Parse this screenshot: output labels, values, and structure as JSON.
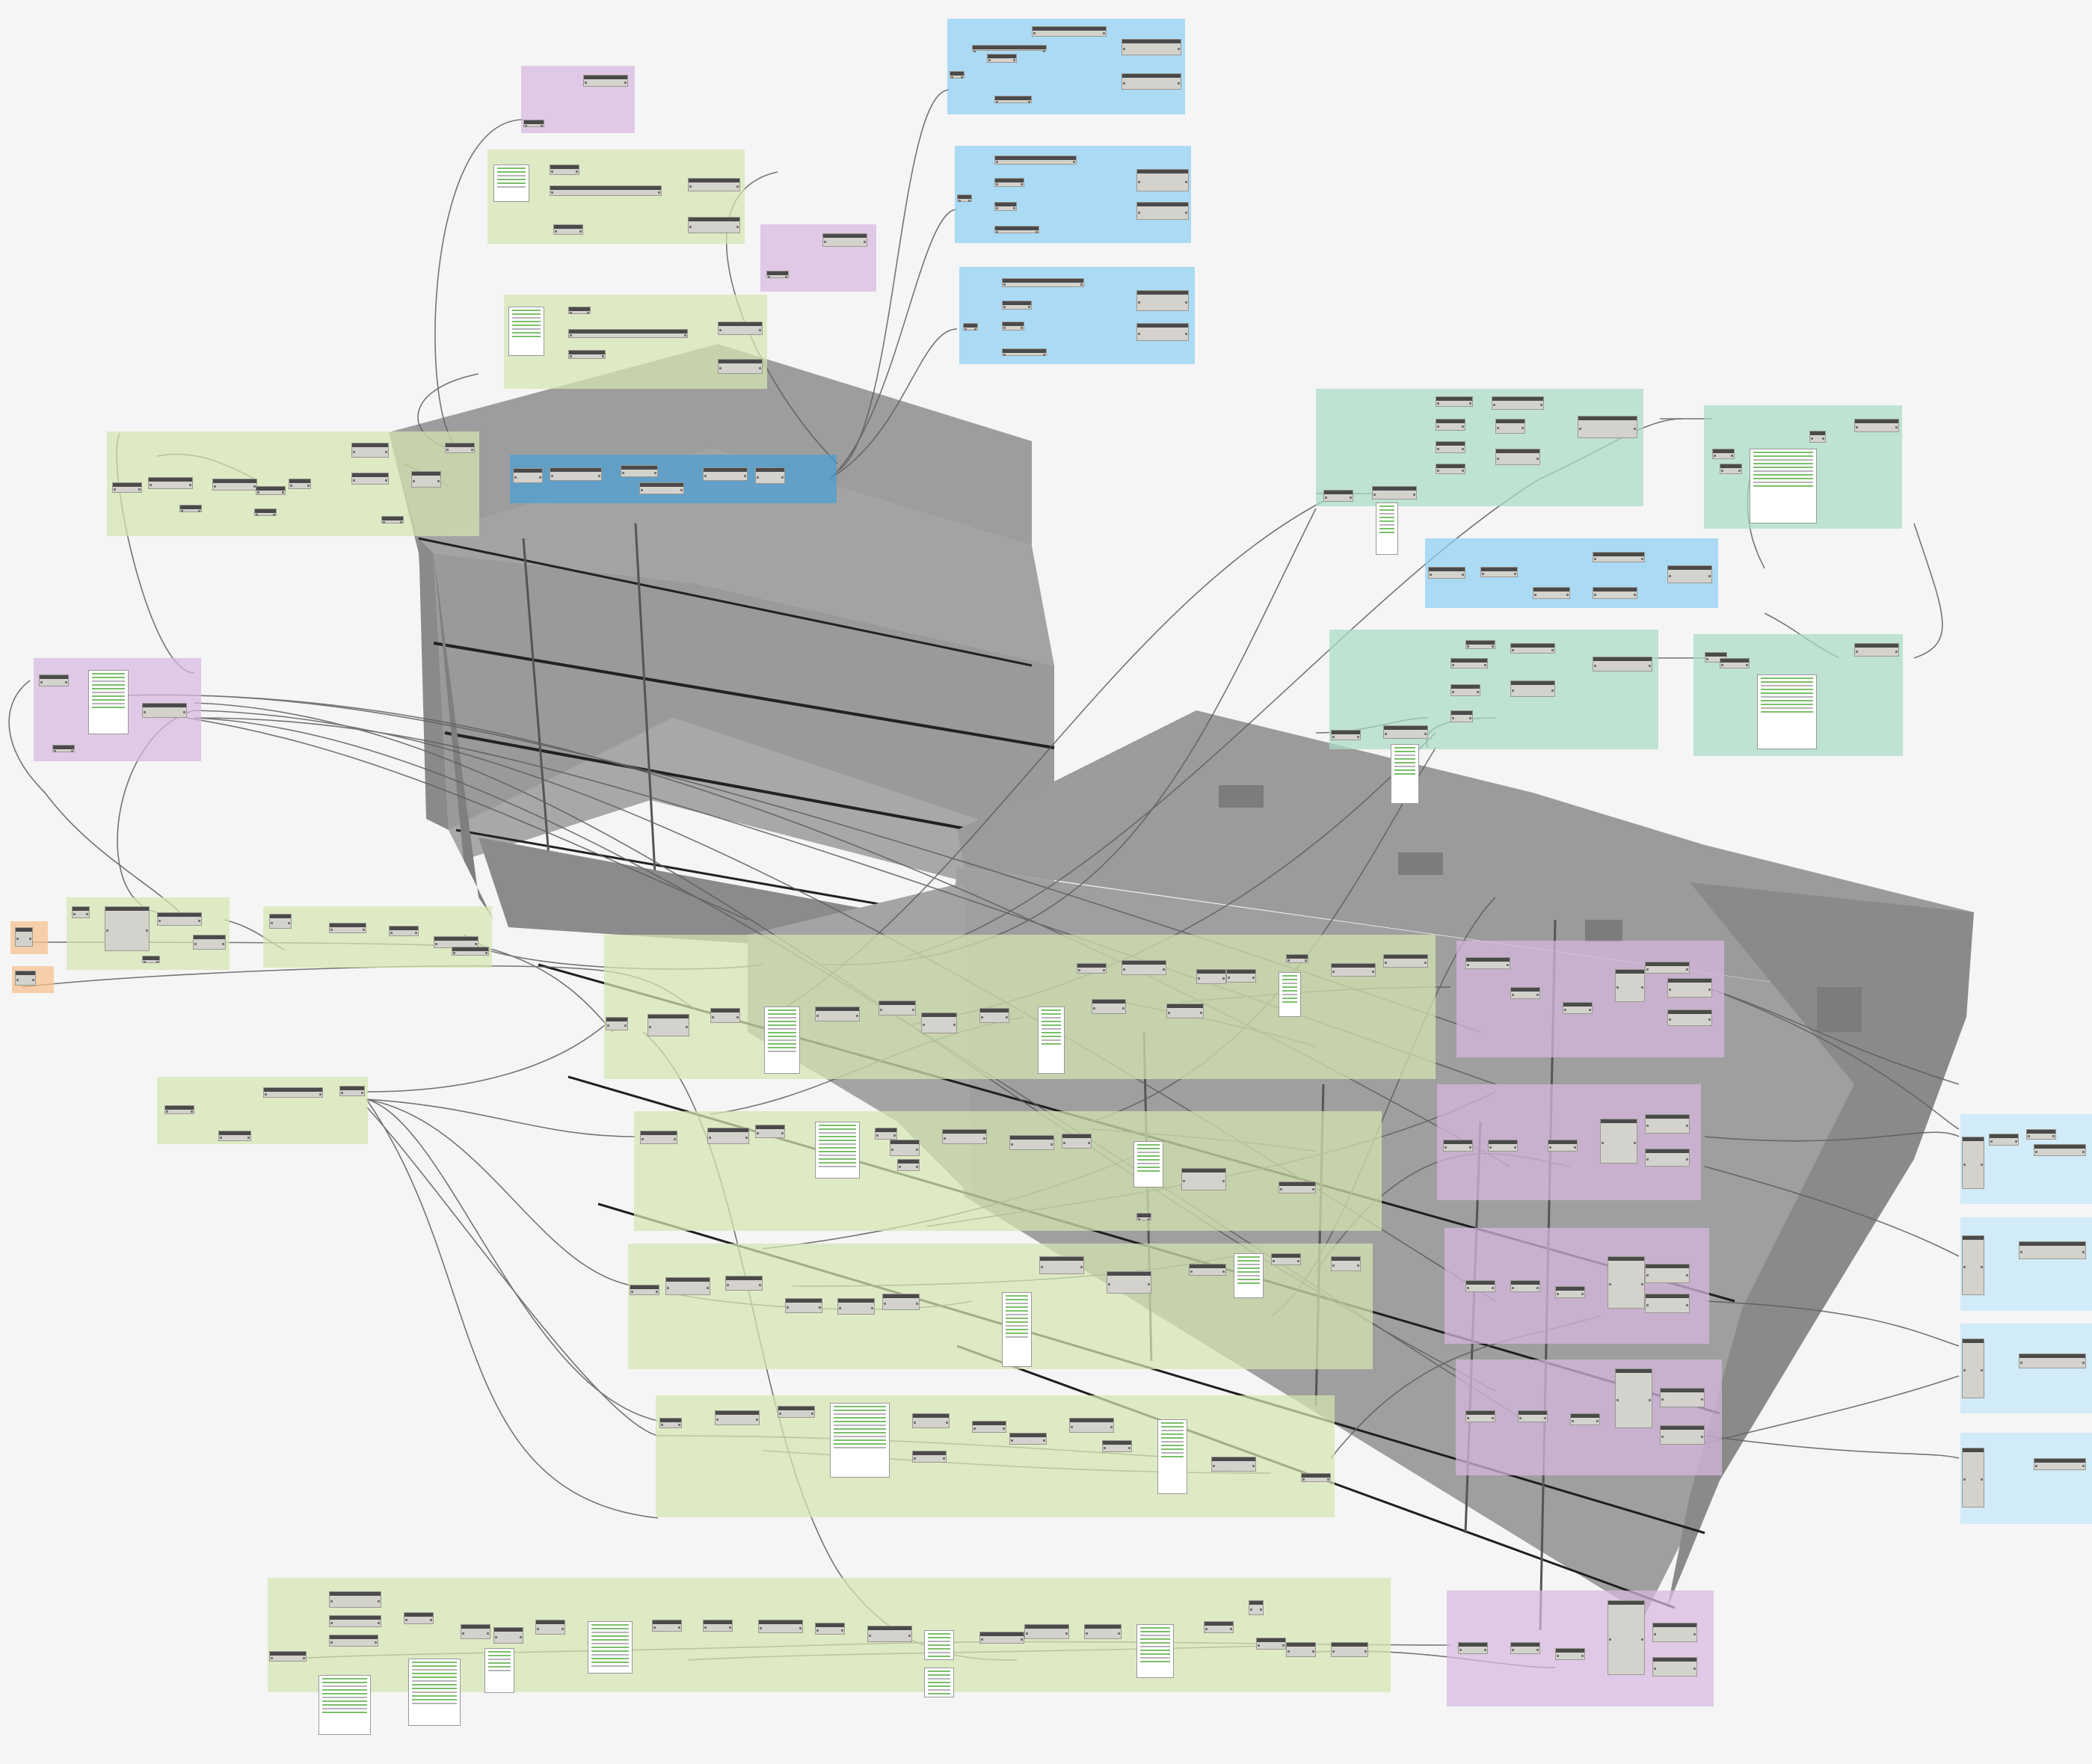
{
  "app": {
    "name": "",
    "view": "canvas"
  },
  "colors": {
    "canvas": "#f5f5f5",
    "group_green": "#d6e6b2",
    "group_purple": "#d7b9e0",
    "group_blue": "#8fd0f5",
    "group_teal": "#a9dcc6",
    "group_orange": "#f7c08e",
    "group_lightblue": "#c3e7fb",
    "group_deepblue": "#4a9fd6",
    "node_body": "#d4d2cc",
    "node_header": "#4a4a4a",
    "wire": "#666666",
    "massing_top": "#9a9a9a",
    "massing_side": "#8c8c8c",
    "massing_front": "#a5a5a5"
  },
  "groups": [
    {
      "id": "g1",
      "color": "group_purple",
      "title": ""
    },
    {
      "id": "g2",
      "color": "group_green",
      "title": ""
    },
    {
      "id": "g3",
      "color": "group_purple",
      "title": ""
    },
    {
      "id": "g4",
      "color": "group_green",
      "title": ""
    },
    {
      "id": "g5",
      "color": "group_blue",
      "title": ""
    },
    {
      "id": "g6",
      "color": "group_blue",
      "title": ""
    },
    {
      "id": "g7",
      "color": "group_blue",
      "title": ""
    },
    {
      "id": "g8",
      "color": "group_green",
      "title": ""
    },
    {
      "id": "g9",
      "color": "group_deepblue",
      "title": ""
    },
    {
      "id": "g10",
      "color": "group_purple",
      "title": ""
    },
    {
      "id": "g11",
      "color": "group_teal",
      "title": ""
    },
    {
      "id": "g12",
      "color": "group_teal",
      "title": ""
    },
    {
      "id": "g13",
      "color": "group_blue",
      "title": ""
    },
    {
      "id": "g14",
      "color": "group_teal",
      "title": ""
    },
    {
      "id": "g15",
      "color": "group_teal",
      "title": ""
    },
    {
      "id": "g16",
      "color": "group_orange",
      "title": ""
    },
    {
      "id": "g17",
      "color": "group_orange",
      "title": ""
    },
    {
      "id": "g18",
      "color": "group_green",
      "title": ""
    },
    {
      "id": "g19",
      "color": "group_green",
      "title": ""
    },
    {
      "id": "g20",
      "color": "group_green",
      "title": ""
    },
    {
      "id": "g21",
      "color": "group_green",
      "title": ""
    },
    {
      "id": "g22",
      "color": "group_green",
      "title": ""
    },
    {
      "id": "g23",
      "color": "group_green",
      "title": ""
    },
    {
      "id": "g24",
      "color": "group_green",
      "title": ""
    },
    {
      "id": "g25",
      "color": "group_green",
      "title": ""
    },
    {
      "id": "g26",
      "color": "group_purple",
      "title": ""
    },
    {
      "id": "g27",
      "color": "group_purple",
      "title": ""
    },
    {
      "id": "g28",
      "color": "group_purple",
      "title": ""
    },
    {
      "id": "g29",
      "color": "group_purple",
      "title": ""
    },
    {
      "id": "g30",
      "color": "group_purple",
      "title": ""
    },
    {
      "id": "g31",
      "color": "group_lightblue",
      "title": ""
    },
    {
      "id": "g32",
      "color": "group_lightblue",
      "title": ""
    },
    {
      "id": "g33",
      "color": "group_lightblue",
      "title": ""
    },
    {
      "id": "g34",
      "color": "group_lightblue",
      "title": ""
    }
  ]
}
